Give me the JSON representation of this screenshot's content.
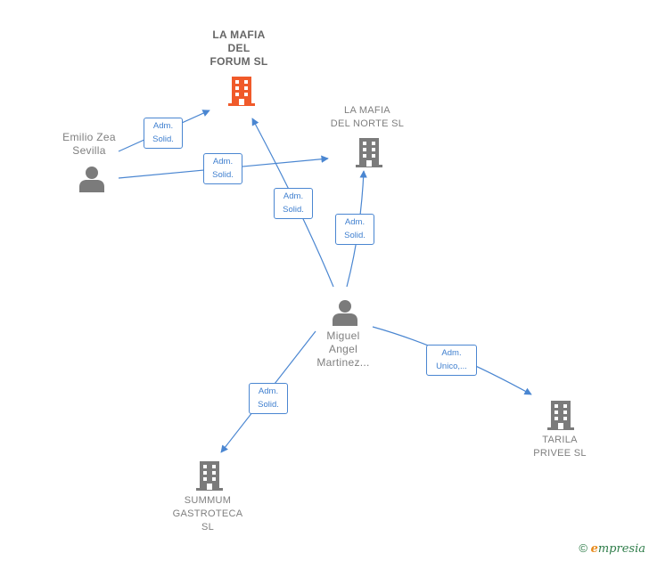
{
  "nodes": {
    "forum": {
      "label_lines": [
        "LA MAFIA",
        "DEL",
        "FORUM  SL"
      ],
      "icon": "building-icon",
      "color": "#f05a2a"
    },
    "norte": {
      "label_lines": [
        "LA MAFIA",
        "DEL NORTE  SL"
      ],
      "icon": "building-icon",
      "color": "#7b7b7b"
    },
    "emilio": {
      "label_lines": [
        "Emilio Zea",
        "Sevilla"
      ],
      "icon": "person-icon",
      "color": "#7b7b7b"
    },
    "miguel": {
      "label_lines": [
        "Miguel",
        "Angel",
        "Martinez..."
      ],
      "icon": "person-icon",
      "color": "#7b7b7b"
    },
    "tarila": {
      "label_lines": [
        "TARILA",
        "PRIVEE  SL"
      ],
      "icon": "building-icon",
      "color": "#7b7b7b"
    },
    "summum": {
      "label_lines": [
        "SUMMUM",
        "GASTROTECA",
        "SL"
      ],
      "icon": "building-icon",
      "color": "#7b7b7b"
    }
  },
  "edges": {
    "emilio_forum": {
      "lines": [
        "Adm.",
        "Solid."
      ]
    },
    "emilio_norte": {
      "lines": [
        "Adm.",
        "Solid."
      ]
    },
    "miguel_forum": {
      "lines": [
        "Adm.",
        "Solid."
      ]
    },
    "miguel_norte": {
      "lines": [
        "Adm.",
        "Solid."
      ]
    },
    "miguel_tarila": {
      "lines": [
        "Adm.",
        "Unico,..."
      ]
    },
    "miguel_summum": {
      "lines": [
        "Adm.",
        "Solid."
      ]
    }
  },
  "edge_color": "#4a86d1",
  "footer": {
    "copyright": "©",
    "brand_initial": "e",
    "brand_rest": "mpresia"
  }
}
